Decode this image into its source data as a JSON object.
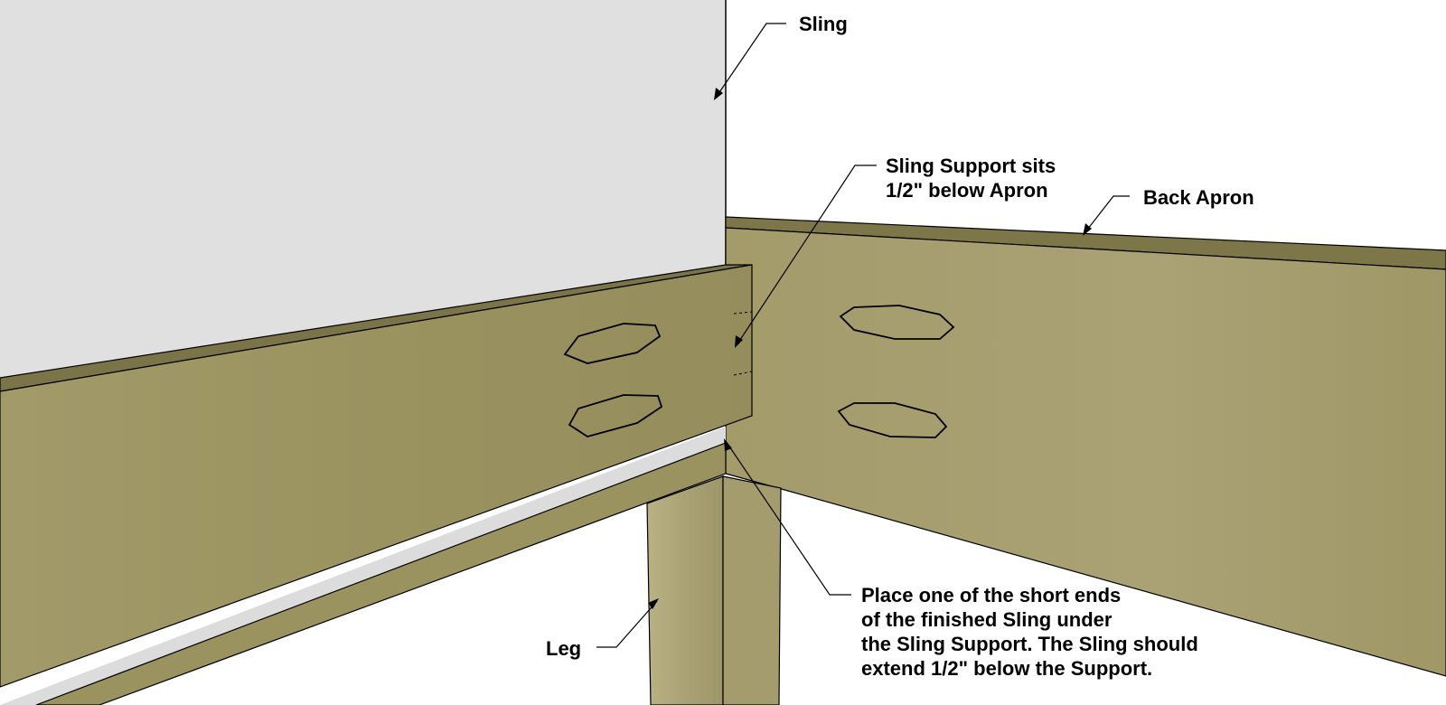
{
  "labels": {
    "sling": "Sling",
    "sling_support": [
      "Sling Support sits",
      "1/2\" below Apron"
    ],
    "back_apron": "Back Apron",
    "leg": "Leg",
    "instruction": [
      "Place one of the short ends",
      "of the finished Sling under",
      "the Sling Support. The Sling should",
      "extend 1/2\" below the Support."
    ]
  },
  "colors": {
    "background": "#ffffff",
    "sling": "#e0e0e0",
    "wood": "#a8a070",
    "wood_dark": "#8f8858",
    "wood_top": "#7a7448",
    "outline": "#000000"
  }
}
